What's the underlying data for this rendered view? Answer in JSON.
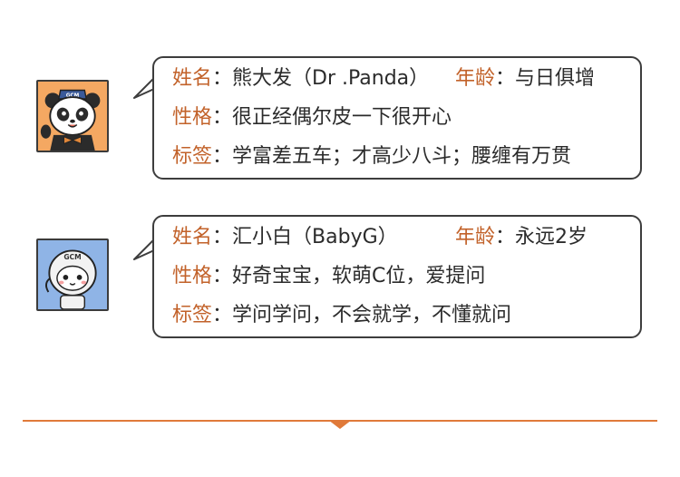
{
  "profiles": [
    {
      "avatar": "panda-avatar-icon",
      "avatar_bg": "#f4a862",
      "avatar_badge": "GCM",
      "lines": {
        "name_key": "姓名",
        "name_val": "熊大发（Dr .Panda）",
        "age_key": "年龄",
        "age_val": "与日俱增",
        "trait_key": "性格",
        "trait_val": "很正经偶尔皮一下很开心",
        "tag_key": "标签",
        "tag_val": "学富差五车；才高少八斗；腰缠有万贯"
      }
    },
    {
      "avatar": "robot-avatar-icon",
      "avatar_bg": "#8fb4e6",
      "avatar_badge": "GCM",
      "lines": {
        "name_key": "姓名",
        "name_val": "汇小白（BabyG）",
        "age_key": "年龄",
        "age_val": "永远2岁",
        "trait_key": "性格",
        "trait_val": "好奇宝宝，软萌C位，爱提问",
        "tag_key": "标签",
        "tag_val": "学问学问，不会就学，不懂就问"
      }
    }
  ],
  "colors": {
    "key": "#c2622a",
    "border": "#3d3d3d",
    "divider": "#e07a3a"
  },
  "colon": "："
}
